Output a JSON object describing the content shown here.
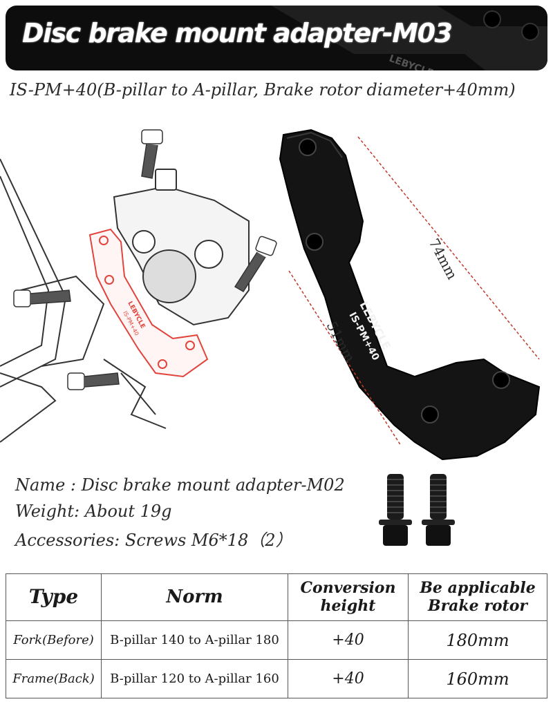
{
  "banner": {
    "title": "Disc brake mount adapter-M03"
  },
  "subtitle": "IS-PM+40(B-pillar to A-pillar, Brake rotor diameter+40mm)",
  "illustration": {
    "brand_label": "LEBYCLE",
    "model_label": "IS-PM+40",
    "dimension_long": "74mm",
    "dimension_short": "51mm",
    "small_brand_label": "LEBYCLE",
    "small_model_label": "IS-PM+40"
  },
  "specs": {
    "name": "Name : Disc brake mount adapter-M02",
    "weight": "Weight: About 19g",
    "accessories": "Accessories: Screws M6*18（2）"
  },
  "table": {
    "headers": {
      "type": "Type",
      "norm": "Norm",
      "conversion_line1": "Conversion",
      "conversion_line2": "height",
      "rotor_line1": "Be applicable",
      "rotor_line2": "Brake rotor"
    },
    "rows": [
      {
        "type": "Fork(Before)",
        "norm": "B-pillar 140 to A-pillar 180",
        "conversion": "+40",
        "rotor": "180mm"
      },
      {
        "type": "Frame(Back)",
        "norm": "B-pillar 120 to A-pillar 160",
        "conversion": "+40",
        "rotor": "160mm"
      }
    ]
  },
  "colors": {
    "banner_bg": "#0d0d0d",
    "adapter_black": "#141414",
    "highlight_red": "#e0443c",
    "dimension_red": "#c0392b"
  }
}
